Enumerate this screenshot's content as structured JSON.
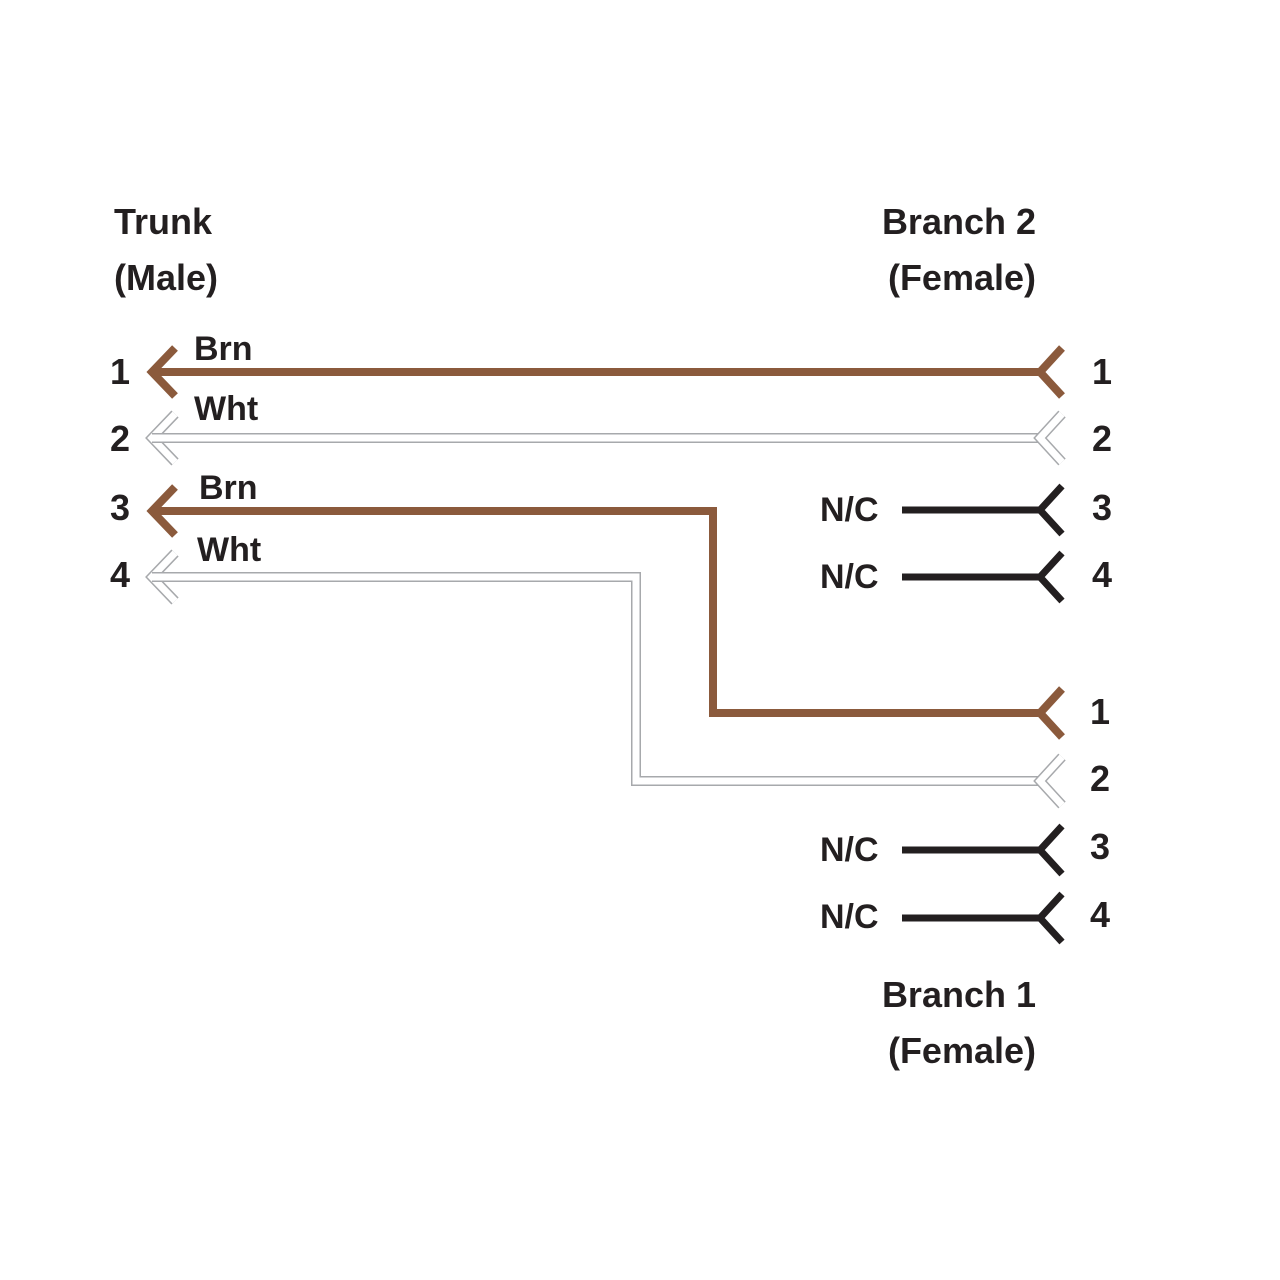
{
  "trunk": {
    "title": "Trunk",
    "subtitle": "(Male)",
    "pins": [
      "1",
      "2",
      "3",
      "4"
    ]
  },
  "branch2": {
    "title": "Branch 2",
    "subtitle": "(Female)",
    "pins": [
      "1",
      "2",
      "3",
      "4"
    ]
  },
  "branch1": {
    "title": "Branch 1",
    "subtitle": "(Female)",
    "pins": [
      "1",
      "2",
      "3",
      "4"
    ]
  },
  "wires": [
    {
      "label": "Brn",
      "color": "#8b5a3c"
    },
    {
      "label": "Wht",
      "color": "#ffffff"
    },
    {
      "label": "Brn",
      "color": "#8b5a3c"
    },
    {
      "label": "Wht",
      "color": "#ffffff"
    }
  ],
  "nc_label": "N/C",
  "colors": {
    "brown": "#8b5a3c",
    "black": "#231f20",
    "white_outline": "#a7a9ac"
  }
}
